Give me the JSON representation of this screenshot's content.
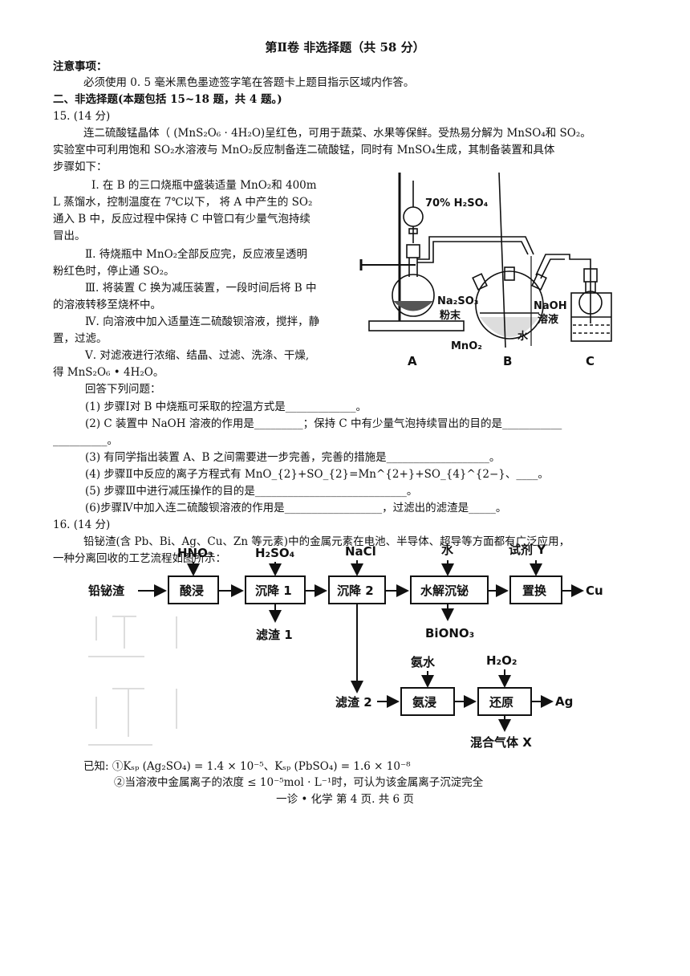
{
  "section_title": "第Ⅱ卷 非选择题（共 58 分）",
  "notice_heading": "注意事项：",
  "notice_text": "必须使用 0. 5 毫米黑色墨迹签字笔在答题卡上题目指示区域内作答。",
  "part2_heading": "二、非选择题(本题包括 15~18 题，共 4 题。)",
  "q15": {
    "number": "15. (14 分)",
    "intro1": "连二硫酸锰晶体（ (MnS₂O₆ · 4H₂O)呈红色，可用于蔬菜、水果等保鲜。受热易分解为 MnSO₄和 SO₂。",
    "intro2": "实验室中可利用饱和 SO₂水溶液与  MnO₂反应制备连二硫酸锰，同时有 MnSO₄生成，其制备装置和具体",
    "intro3": "步骤如下：",
    "step1a": "Ⅰ. 在  B  的三口烧瓶中盛装适量  MnO₂和 400m",
    "step1b": "L 蒸馏水，控制温度在 7℃以下， 将 A  中产生的 SO₂",
    "step1c": "通入 B 中，反应过程中保持 C 中管口有少量气泡持续",
    "step1d": "冒出。",
    "step2a": "Ⅱ. 待烧瓶中  MnO₂全部反应完，反应液呈透明",
    "step2b": "粉红色时，停止通  SO₂。",
    "step3a": "Ⅲ. 将装置 C 换为减压装置，一段时间后将 B 中",
    "step3b": "的溶液转移至烧杯中。",
    "step4a": "Ⅳ. 向溶液中加入适量连二硫酸钡溶液，搅拌，静",
    "step4b": "置，过滤。",
    "step5a": "Ⅴ. 对滤液进行浓缩、结晶、过滤、洗涤、干燥,",
    "step5b": "得  MnS₂O₆ • 4H₂O。",
    "answer_prompt": "回答下列问题：",
    "sub1": "(1)  步骤Ⅰ对  B  中烧瓶可采取的控温方式是_____________。",
    "sub2a": "(2)  C 装置中  NaOH 溶液的作用是_________；保持 C 中有少量气泡持续冒出的目的是___________",
    "sub2b": "__________。",
    "sub3": "(3)  有同学指出装置 A、B 之间需要进一步完善，完善的措施是___________________。",
    "sub4": "(4)  步骤Ⅱ中反应的离子方程式有 MnO_{2}+SO_{2}=Mn^{2+}+SO_{4}^{2−}、____。",
    "sub5": "(5)  步骤Ⅲ中进行减压操作的目的是____________________________。",
    "sub6": "(6)步骤Ⅳ中加入连二硫酸钡溶液的作用是__________________，过滤出的滤渣是_____。",
    "apparatus": {
      "acid_label": "70% H₂SO₄",
      "na2so3_label1": "Na₂SO₃",
      "na2so3_label2": "粉末",
      "naoh_label1": "NaOH",
      "naoh_label2": "溶液",
      "water_label": "水",
      "mno2_label": "MnO₂",
      "label_a": "A",
      "label_b": "B",
      "label_c": "C"
    }
  },
  "q16": {
    "number": "16. (14 分)",
    "intro1": "铅铋渣(含 Pb、Bi、Ag、Cu、Zn 等元素)中的金属元素在电池、半导体、超导等方面都有广泛应用，",
    "intro2": "一种分离回收的工艺流程如图所示：",
    "flow": {
      "start": "铅铋渣",
      "acid_leach": "酸浸",
      "hno3": "HNO₃",
      "precip1": "沉降 1",
      "h2so4": "H₂SO₄",
      "residue1": "滤渣 1",
      "precip2": "沉降 2",
      "nacl": "NaCl",
      "hydrolysis": "水解沉铋",
      "water": "水",
      "biono3": "BiONO₃",
      "replace": "置换",
      "reagent_y": "试剂 Y",
      "cu": "Cu",
      "residue2": "滤渣 2",
      "ammonia_leach": "氨浸",
      "ammonia": "氨水",
      "reduce": "还原",
      "h2o2": "H₂O₂",
      "ag": "Ag",
      "gas_x": "混合气体 X"
    },
    "known1": "已知:  ①Kₛₚ (Ag₂SO₄) = 1.4 × 10⁻⁵、Kₛₚ (PbSO₄) = 1.6 × 10⁻⁸",
    "known2": "②当溶液中金属离子的浓度 ≤ 10⁻⁵mol · L⁻¹时，可认为该金属离子沉淀完全"
  },
  "footer": "一诊 • 化学  第 4 页. 共 6 页"
}
